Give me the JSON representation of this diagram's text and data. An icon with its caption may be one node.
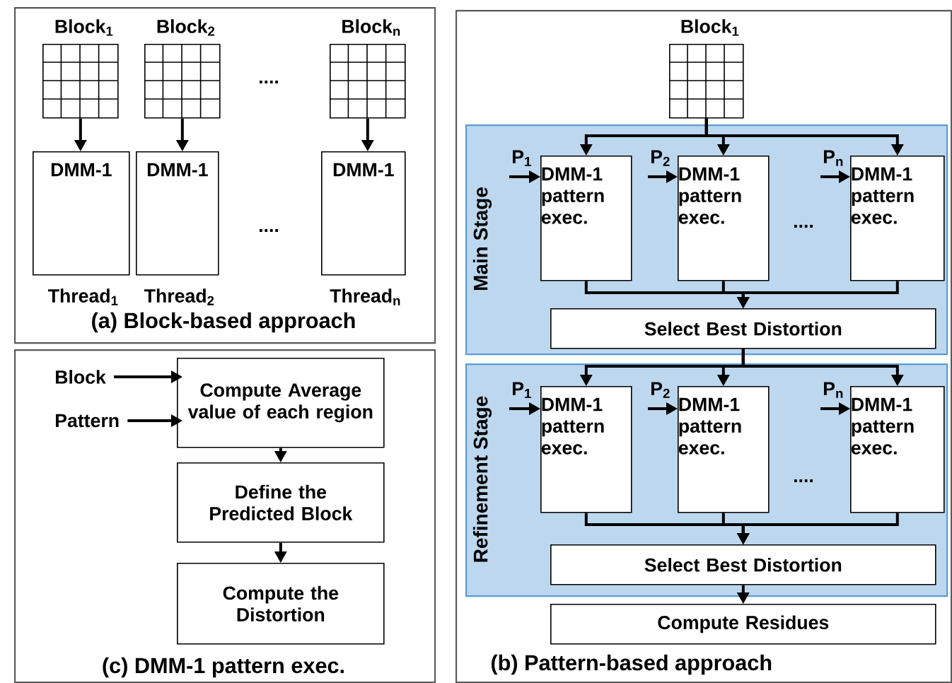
{
  "diagram": {
    "nodes": [
      {
        "text": [
          "(a) Block-based approach"
        ]
      },
      {
        "text": [
          "Block$_{1}$"
        ],
        "in": 0
      },
      {
        "text": [
          "Block$_{2}$"
        ],
        "in": 0
      },
      {
        "text": [
          "Block$_{n}$"
        ],
        "in": 0
      },
      {
        "text": [
          "DMM-1"
        ],
        "beside": [
          "Thread$_{1}$"
        ],
        "in": 0
      },
      {
        "text": [
          "DMM-1"
        ],
        "beside": [
          "Thread$_{2}$"
        ],
        "in": 0
      },
      {
        "text": [
          "DMM-1"
        ],
        "beside": [
          "Thread$_{n}$"
        ],
        "in": 0
      },
      {
        "text": [
          "(c) DMM-1 pattern exec."
        ]
      },
      {
        "text": [
          "Block"
        ],
        "in": 7
      },
      {
        "text": [
          "Pattern"
        ],
        "in": 7
      },
      {
        "text": [
          "Compute Average value of each region"
        ],
        "in": 7
      },
      {
        "text": [
          "Define the Predicted Block"
        ],
        "in": 7
      },
      {
        "text": [
          "Compute the Distortion"
        ],
        "in": 7
      },
      {
        "text": [
          "(b) Pattern-based approach"
        ]
      },
      {
        "text": [
          "Block$_{1}$"
        ],
        "in": 13
      },
      {
        "text": [
          "Main Stage"
        ],
        "in": 13
      },
      {
        "text": [
          "P$_{1}$"
        ],
        "in": 15
      },
      {
        "text": [
          "P$_{2}$"
        ],
        "in": 15
      },
      {
        "text": [
          "P$_{n}$"
        ],
        "in": 15
      },
      {
        "text": [
          "DMM-1 pattern exec."
        ],
        "in": 15
      },
      {
        "text": [
          "DMM-1 pattern exec."
        ],
        "in": 15
      },
      {
        "text": [
          "DMM-1 pattern exec."
        ],
        "in": 15
      },
      {
        "text": [
          "Select Best Distortion"
        ],
        "in": 15
      },
      {
        "text": [
          "Refinement Stage"
        ],
        "in": 13
      },
      {
        "text": [
          "P$_{1}$"
        ],
        "in": 23
      },
      {
        "text": [
          "P$_{2}$"
        ],
        "in": 23
      },
      {
        "text": [
          "P$_{n}$"
        ],
        "in": 23
      },
      {
        "text": [
          "DMM-1 pattern exec."
        ],
        "in": 23
      },
      {
        "text": [
          "DMM-1 pattern exec."
        ],
        "in": 23
      },
      {
        "text": [
          "DMM-1 pattern exec."
        ],
        "in": 23
      },
      {
        "text": [
          "Select Best Distortion"
        ],
        "in": 23
      },
      {
        "text": [
          "Compute Residues"
        ],
        "in": 13
      }
    ],
    "edges": [
      {
        "from": 1,
        "to": 4,
        "arrow": "to"
      },
      {
        "from": 2,
        "to": 5,
        "arrow": "to"
      },
      {
        "from": 3,
        "to": 6,
        "arrow": "to"
      },
      {
        "from": 8,
        "to": 10,
        "arrow": "to"
      },
      {
        "from": 9,
        "to": 10,
        "arrow": "to"
      },
      {
        "from": 10,
        "to": 11,
        "arrow": "to"
      },
      {
        "from": 11,
        "to": 12,
        "arrow": "to"
      },
      {
        "from": 14,
        "to": 19,
        "arrow": "to"
      },
      {
        "from": 14,
        "to": 20,
        "arrow": "to"
      },
      {
        "from": 14,
        "to": 21,
        "arrow": "to"
      },
      {
        "from": 16,
        "to": 19,
        "arrow": "to"
      },
      {
        "from": 17,
        "to": 20,
        "arrow": "to"
      },
      {
        "from": 18,
        "to": 21,
        "arrow": "to"
      },
      {
        "from": 19,
        "to": 22,
        "arrow": "to"
      },
      {
        "from": 20,
        "to": 22,
        "arrow": "to"
      },
      {
        "from": 21,
        "to": 22,
        "arrow": "to"
      },
      {
        "from": 22,
        "to": 27,
        "arrow": "to"
      },
      {
        "from": 22,
        "to": 28,
        "arrow": "to"
      },
      {
        "from": 22,
        "to": 29,
        "arrow": "to"
      },
      {
        "from": 24,
        "to": 27,
        "arrow": "to"
      },
      {
        "from": 25,
        "to": 28,
        "arrow": "to"
      },
      {
        "from": 26,
        "to": 29,
        "arrow": "to"
      },
      {
        "from": 27,
        "to": 30,
        "arrow": "to"
      },
      {
        "from": 28,
        "to": 30,
        "arrow": "to"
      },
      {
        "from": 29,
        "to": 30,
        "arrow": "to"
      },
      {
        "from": 30,
        "to": 31,
        "arrow": "to"
      }
    ],
    "labels": [
      "....",
      "....",
      "....",
      "...."
    ]
  }
}
